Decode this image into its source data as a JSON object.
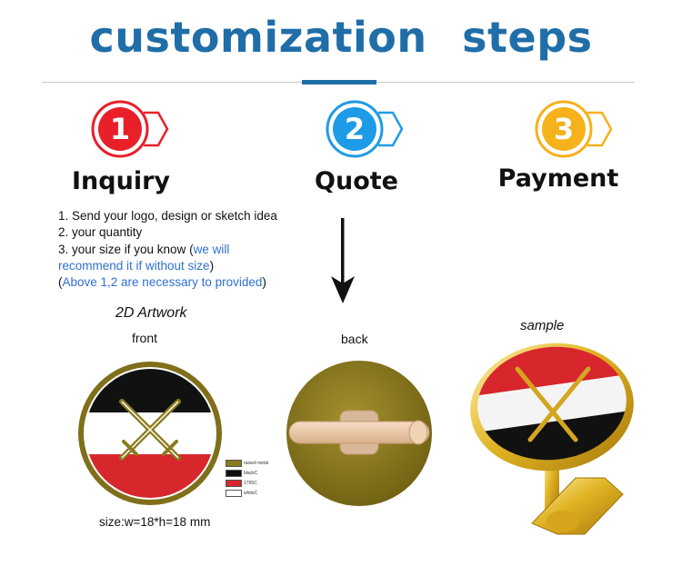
{
  "header": {
    "title": "customization  steps",
    "accent_color": "#1f6ea8"
  },
  "steps": [
    {
      "number": "1",
      "label": "Inquiry",
      "color": "#e8202a",
      "icon": "step-1-badge-icon"
    },
    {
      "number": "2",
      "label": "Quote",
      "color": "#1e9be6",
      "icon": "step-2-badge-icon"
    },
    {
      "number": "3",
      "label": "Payment",
      "color": "#f5b21a",
      "icon": "step-3-badge-icon"
    }
  ],
  "requirements": {
    "line1": "1. Send your logo,  design or sketch idea",
    "line2": "2. your quantity",
    "line3_prefix": "3. your size if you know (",
    "line3_blue": "we will",
    "line4_blue": "recommend it if without size",
    "line4_suffix": ")",
    "line5_prefix": "(",
    "line5_blue": "Above 1,2 are necessary to provided",
    "line5_suffix": ")"
  },
  "artwork": {
    "title": "2D Artwork",
    "front_label": "front",
    "back_label": "back",
    "sample_label": "sample",
    "size_text": "size:w=18*h=18 mm"
  },
  "legend": [
    {
      "label": "raised metal",
      "color": "#8a7a1c"
    },
    {
      "label": "blackC",
      "color": "#111111"
    },
    {
      "label": "1795C",
      "color": "#d8262d"
    },
    {
      "label": "whiteC",
      "color": "#ffffff"
    }
  ]
}
